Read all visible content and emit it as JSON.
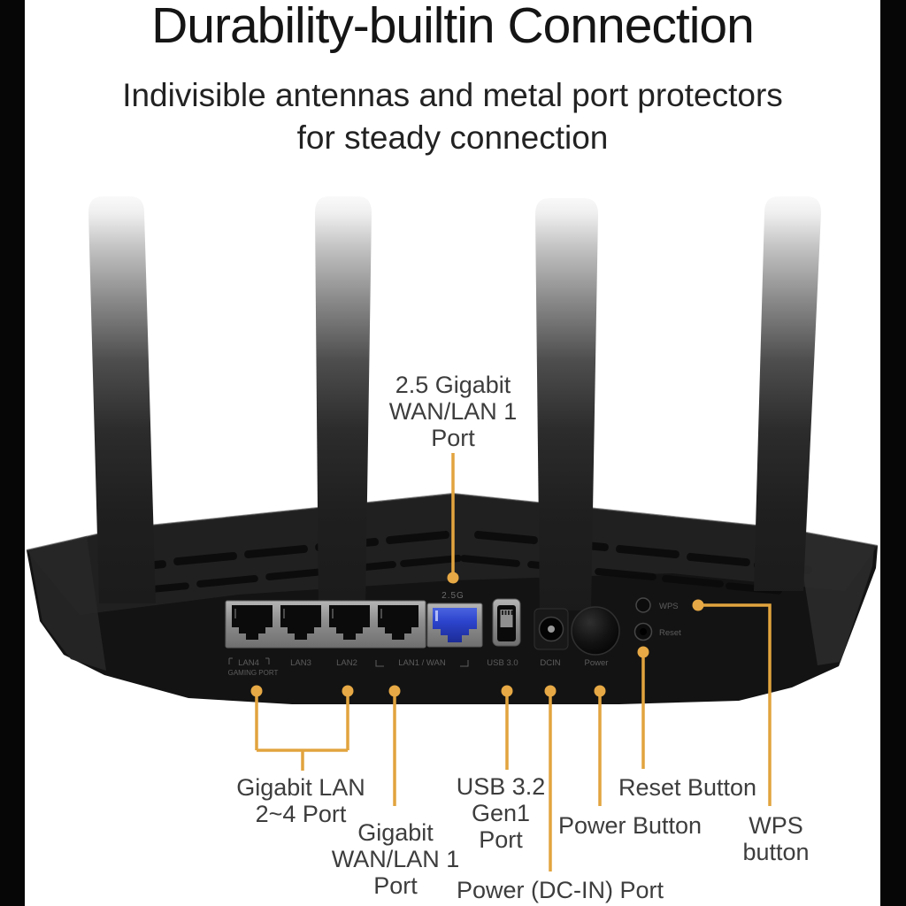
{
  "page": {
    "background": "#ffffff",
    "side_bar_color": "#060606",
    "accent_color": "#E2A43E",
    "dot_color": "#E7A945",
    "blue_port_color": "#2C43CC"
  },
  "header": {
    "title": "Durability-builtin Connection",
    "subtitle_line1": "Indivisible antennas and metal port protectors",
    "subtitle_line2": "for steady connection"
  },
  "callouts": {
    "wan25": {
      "l1": "2.5 Gigabit",
      "l2": "WAN/LAN 1",
      "l3": "Port"
    },
    "lan24": {
      "l1": "Gigabit LAN",
      "l2": "2~4 Port"
    },
    "wan1": {
      "l1": "Gigabit",
      "l2": "WAN/LAN 1",
      "l3": "Port"
    },
    "usb": {
      "l1": "USB 3.2",
      "l2": "Gen1",
      "l3": "Port"
    },
    "power_port": {
      "l1": "Power (DC-IN) Port"
    },
    "power_button": {
      "l1": "Power Button"
    },
    "reset_button": {
      "l1": "Reset Button"
    },
    "wps_button": {
      "l1": "WPS",
      "l2": "button"
    }
  },
  "device": {
    "panel_labels": {
      "speed": "2.5G",
      "lan4": "LAN4",
      "gaming": "GAMING PORT",
      "lan3": "LAN3",
      "lan2": "LAN2",
      "lan1": "LAN1 / WAN",
      "usb": "USB 3.0",
      "dcin": "DCIN",
      "power": "Power",
      "wps": "WPS",
      "reset": "Reset"
    }
  }
}
